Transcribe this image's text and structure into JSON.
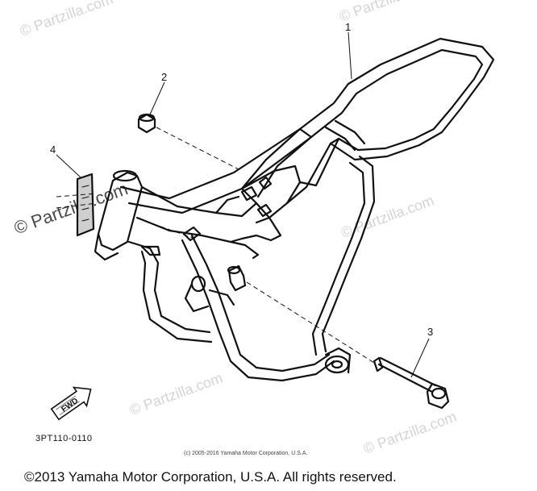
{
  "diagram": {
    "callouts": [
      "1",
      "2",
      "3",
      "4"
    ],
    "fwd_label": "FWD",
    "part_code": "3PT110-0110",
    "small_copyright": "(c) 2005-2016 Yamaha Motor Corporation, U.S.A.",
    "footer_copyright": "©2013 Yamaha Motor Corporation, U.S.A. All rights reserved."
  },
  "watermark": {
    "text": "© Partzilla.com"
  }
}
